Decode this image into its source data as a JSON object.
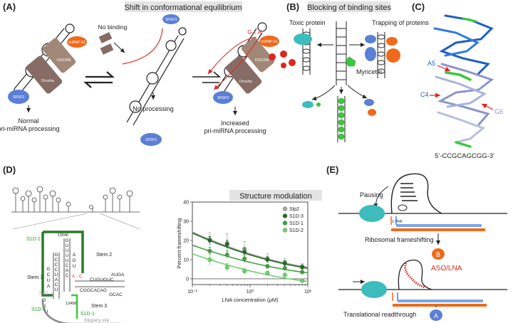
{
  "panels": {
    "A": {
      "letter": "(A)",
      "title": "Shift in conformational equilibrium",
      "proteins": {
        "hnrnpa1": "hnRNP A1",
        "dgcr8": "DGCR8",
        "drosha": "Drosha",
        "srsf3": "SRSF3"
      },
      "no_binding": "No binding",
      "mutation": "G→A",
      "captions": {
        "normal_1": "Normal",
        "normal_2": "pri-miRNA processing",
        "none": "No processing",
        "increased_1": "Increased",
        "increased_2": "pri-miRNA processing"
      }
    },
    "B": {
      "letter": "(B)",
      "title": "Blocking of binding sites",
      "toxic_protein": "Toxic protein",
      "trapping": "Trapping of proteins",
      "drug": "Myricetin"
    },
    "C": {
      "letter": "(C)",
      "labels": {
        "a5": "A5",
        "c4": "C4",
        "g6": "G6"
      },
      "sequence": "5'-CCGCAGCGG-3'"
    },
    "D": {
      "letter": "(D)",
      "stem1": "Stem 1",
      "stem2": "Stem 2",
      "stem3": "Stem 3",
      "pos_top": "13546",
      "pos_bottom": "13498",
      "mutation": "A→C",
      "oligos": {
        "slp2": "Slp2",
        "s1d1": "S1D-1",
        "s1d2": "S1D-2",
        "s1d3": "S1D-3"
      },
      "slippery_site": "Slippery site",
      "right_seq": [
        "CUGUGUC",
        "AUGA",
        "CGGCACAG",
        "GCAC"
      ]
    },
    "E": {
      "letter": "(E)",
      "pausing": "Pausing",
      "prf": "-1 PRF",
      "frameshifting": "Ribosomal frameshifting",
      "protein_b": "B",
      "aso": "ASO/LNA",
      "readthrough": "Translational readthrough",
      "protein_a": "A"
    }
  },
  "chart_title": "Structure modulation",
  "chart_data": {
    "type": "scatter",
    "xlabel": "LNA concentration (μM)",
    "ylabel": "Percent frameshifting",
    "xscale": "log",
    "xlim": [
      0.1,
      10
    ],
    "ylim": [
      -3,
      40
    ],
    "xticks": [
      0.1,
      1,
      10
    ],
    "xtick_labels": [
      "10⁻¹",
      "10⁰",
      "10¹"
    ],
    "yticks": [
      0,
      10,
      20,
      30,
      40
    ],
    "x": [
      0.2,
      0.4,
      0.8,
      2,
      4,
      8
    ],
    "legend_position": "top-right",
    "series": [
      {
        "name": "Slp2",
        "color": "#a9a9a9",
        "values": [
          20.5,
          18.5,
          15.5,
          10.5,
          8.5,
          6.5
        ],
        "errors": [
          3.5,
          5,
          4,
          2.5,
          2,
          1.5
        ]
      },
      {
        "name": "S1D-3",
        "color": "#1f6b1f",
        "values": [
          20,
          18,
          14,
          10,
          8,
          6
        ],
        "errors": [
          2,
          2,
          2,
          1.5,
          1.5,
          1
        ]
      },
      {
        "name": "S1D-1",
        "color": "#3da33d",
        "values": [
          14.5,
          12.5,
          10.5,
          6.5,
          5.5,
          3.5
        ],
        "errors": [
          2,
          2,
          2,
          1,
          1,
          1
        ]
      },
      {
        "name": "S1D-2",
        "color": "#6cd46c",
        "values": [
          10,
          6,
          4,
          3,
          2,
          -1
        ],
        "errors": [
          3,
          2,
          1.5,
          1,
          1,
          1
        ]
      }
    ]
  },
  "colors": {
    "blue_protein": "#5b7fd6",
    "orange_protein": "#ef6a1a",
    "drosha": "#866c64",
    "dgcr8": "#a08778",
    "teal": "#3cbcbc",
    "red": "#e0261e",
    "green": "#3cc83c",
    "orange_bar": "#ef6a1a",
    "blue_bar": "#7aa6e8"
  }
}
